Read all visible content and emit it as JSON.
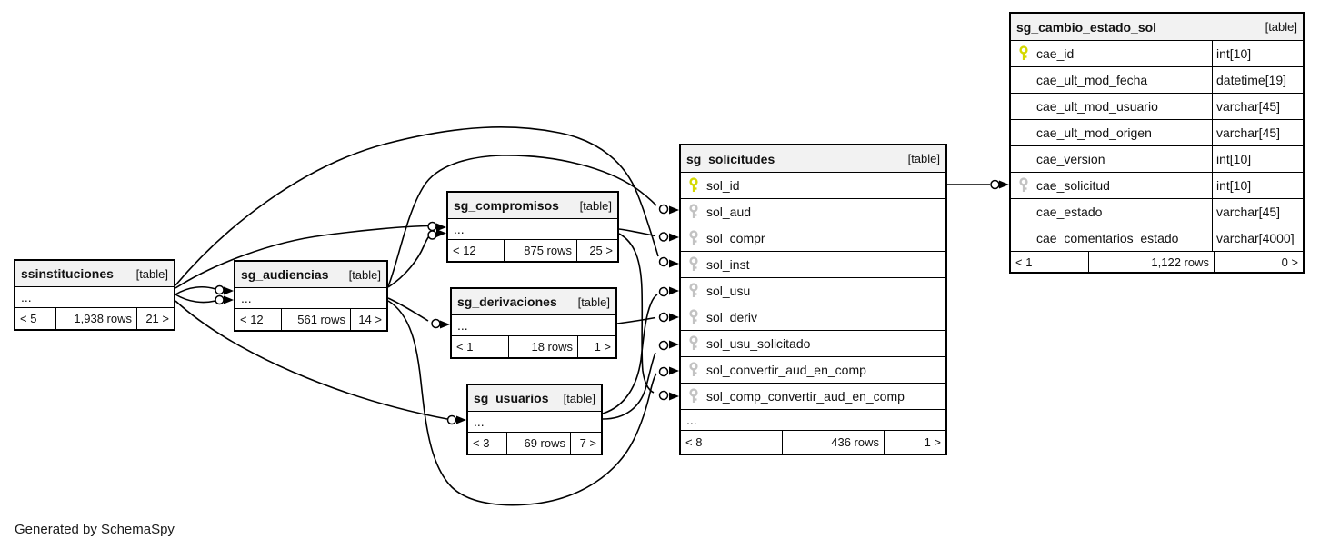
{
  "footer_note": "Generated by SchemaSpy",
  "colors": {
    "primary_key": "#d4d800",
    "foreign_key": "#c2c2c2",
    "header_bg": "#f2f2f2",
    "line": "#000000"
  },
  "tables": [
    {
      "name": "ssinstituciones",
      "badge": "[table]",
      "dots": "...",
      "footer": {
        "in": "< 5",
        "rows": "1,938 rows",
        "out": "21 >"
      }
    },
    {
      "name": "sg_audiencias",
      "badge": "[table]",
      "dots": "...",
      "footer": {
        "in": "< 12",
        "rows": "561 rows",
        "out": "14 >"
      }
    },
    {
      "name": "sg_compromisos",
      "badge": "[table]",
      "dots": "...",
      "footer": {
        "in": "< 12",
        "rows": "875 rows",
        "out": "25 >"
      }
    },
    {
      "name": "sg_derivaciones",
      "badge": "[table]",
      "dots": "...",
      "footer": {
        "in": "< 1",
        "rows": "18 rows",
        "out": "1 >"
      }
    },
    {
      "name": "sg_usuarios",
      "badge": "[table]",
      "dots": "...",
      "footer": {
        "in": "< 3",
        "rows": "69 rows",
        "out": "7 >"
      }
    },
    {
      "name": "sg_solicitudes",
      "badge": "[table]",
      "dots": "...",
      "rows": [
        {
          "name": "sol_id",
          "key": "pk"
        },
        {
          "name": "sol_aud",
          "key": "fk"
        },
        {
          "name": "sol_compr",
          "key": "fk"
        },
        {
          "name": "sol_inst",
          "key": "fk"
        },
        {
          "name": "sol_usu",
          "key": "fk"
        },
        {
          "name": "sol_deriv",
          "key": "fk"
        },
        {
          "name": "sol_usu_solicitado",
          "key": "fk"
        },
        {
          "name": "sol_convertir_aud_en_comp",
          "key": "fk"
        },
        {
          "name": "sol_comp_convertir_aud_en_comp",
          "key": "fk"
        }
      ],
      "footer": {
        "in": "< 8",
        "rows": "436 rows",
        "out": "1 >"
      }
    },
    {
      "name": "sg_cambio_estado_sol",
      "badge": "[table]",
      "rows": [
        {
          "name": "cae_id",
          "type": "int[10]",
          "key": "pk"
        },
        {
          "name": "cae_ult_mod_fecha",
          "type": "datetime[19]",
          "key": ""
        },
        {
          "name": "cae_ult_mod_usuario",
          "type": "varchar[45]",
          "key": ""
        },
        {
          "name": "cae_ult_mod_origen",
          "type": "varchar[45]",
          "key": ""
        },
        {
          "name": "cae_version",
          "type": "int[10]",
          "key": ""
        },
        {
          "name": "cae_solicitud",
          "type": "int[10]",
          "key": "fk"
        },
        {
          "name": "cae_estado",
          "type": "varchar[45]",
          "key": ""
        },
        {
          "name": "cae_comentarios_estado",
          "type": "varchar[4000]",
          "key": ""
        }
      ],
      "footer": {
        "in": "< 1",
        "rows": "1,122 rows",
        "out": "0 >"
      }
    }
  ],
  "edges": [
    {
      "from": "ssinstituciones",
      "to": "sg_audiencias"
    },
    {
      "from": "ssinstituciones",
      "to": "sg_audiencias"
    },
    {
      "from": "ssinstituciones",
      "to": "sg_compromisos"
    },
    {
      "from": "sg_audiencias",
      "to": "sg_compromisos"
    },
    {
      "from": "sg_audiencias",
      "to": "sg_derivaciones"
    },
    {
      "from": "ssinstituciones",
      "to": "sg_usuarios"
    },
    {
      "from": "ssinstituciones",
      "to": "sg_solicitudes.sol_inst"
    },
    {
      "from": "sg_audiencias",
      "to": "sg_solicitudes.sol_aud"
    },
    {
      "from": "sg_compromisos",
      "to": "sg_solicitudes.sol_compr"
    },
    {
      "from": "sg_usuarios",
      "to": "sg_solicitudes.sol_usu"
    },
    {
      "from": "sg_derivaciones",
      "to": "sg_solicitudes.sol_deriv"
    },
    {
      "from": "sg_usuarios",
      "to": "sg_solicitudes.sol_usu_solicitado"
    },
    {
      "from": "sg_audiencias",
      "to": "sg_solicitudes.sol_convertir_aud_en_comp"
    },
    {
      "from": "sg_compromisos",
      "to": "sg_solicitudes.sol_comp_convertir_aud_en_comp"
    },
    {
      "from": "sg_solicitudes.sol_id",
      "to": "sg_cambio_estado_sol.cae_solicitud"
    }
  ]
}
